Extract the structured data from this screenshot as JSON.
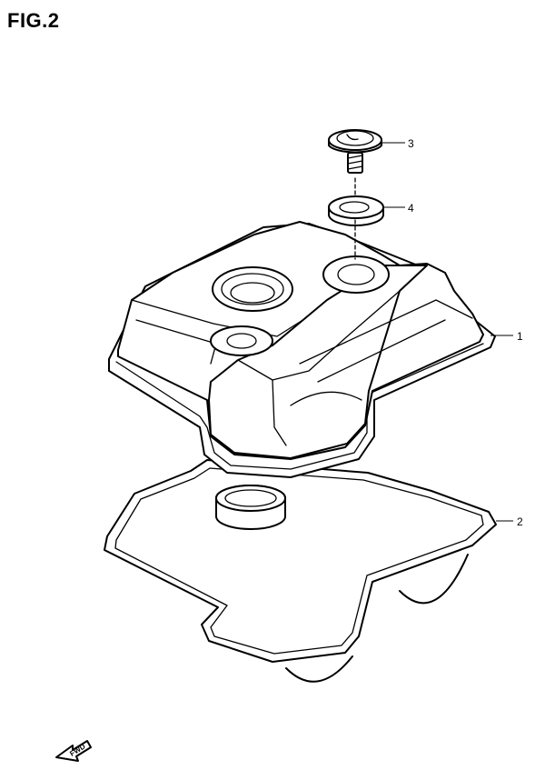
{
  "figure": {
    "title": "FIG.2"
  },
  "callouts": [
    {
      "id": "callout-3",
      "label": "3"
    },
    {
      "id": "callout-4",
      "label": "4"
    },
    {
      "id": "callout-1",
      "label": "1"
    },
    {
      "id": "callout-2",
      "label": "2"
    }
  ],
  "direction_arrow": {
    "label": "FWD"
  }
}
